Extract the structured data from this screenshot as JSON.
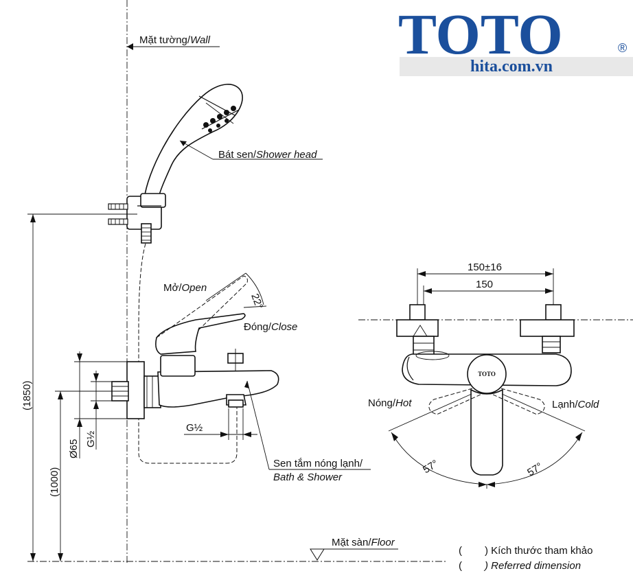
{
  "logo": {
    "brand": "TOTO",
    "registered": "®",
    "site": "hita.com.vn",
    "color": "#1b4f9c"
  },
  "labels": {
    "wall_vi": "Mặt tường/",
    "wall_en": "Wall",
    "shower_head_vi": "Bát sen/",
    "shower_head_en": "Shower head",
    "open_vi": "Mở/",
    "open_en": "Open",
    "close_vi": "Đóng/",
    "close_en": "Close",
    "product_vi": "Sen tắm nóng lạnh/",
    "product_en": "Bath & Shower",
    "floor_vi": "Mặt sàn/",
    "floor_en": "Floor",
    "hot_vi": "Nóng/",
    "hot_en": "Hot",
    "cold_vi": "Lạnh/",
    "cold_en": "Cold",
    "faucet_logo": "TOTO"
  },
  "dimensions": {
    "height_total": "(1850)",
    "height_outlet": "(1000)",
    "diameter": "Ø65",
    "thread_left": "G½",
    "thread_bottom": "G½",
    "angle_open": "22°",
    "centers_range": "150±16",
    "centers": "150",
    "angle_left": "57°",
    "angle_right": "57°"
  },
  "legend": {
    "line1": ") Kích thước tham khảo",
    "line2": ") Referred dimension",
    "paren": "("
  }
}
